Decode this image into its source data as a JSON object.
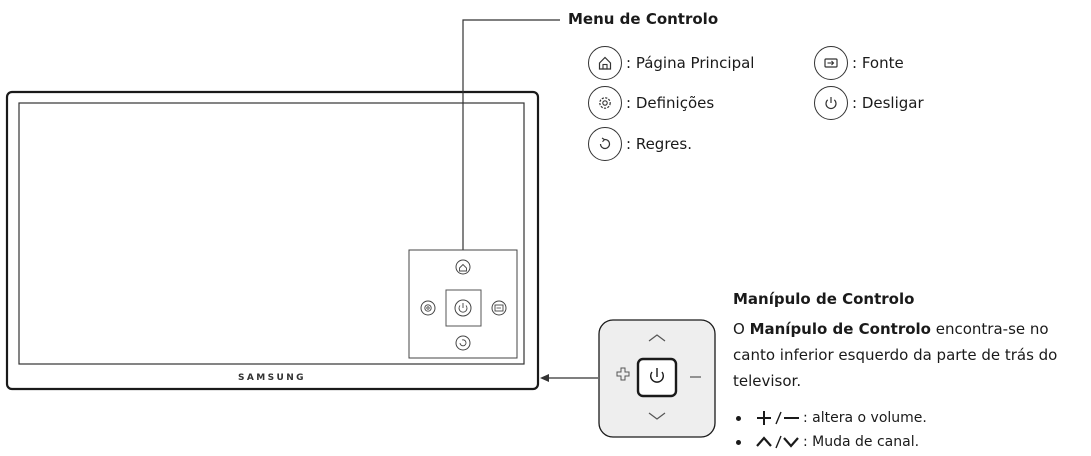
{
  "control_menu": {
    "title": "Menu de Controlo",
    "items": [
      {
        "icon": "home-icon",
        "label": ": Página Principal"
      },
      {
        "icon": "source-icon",
        "label": ": Fonte"
      },
      {
        "icon": "gear-icon",
        "label": ": Definições"
      },
      {
        "icon": "power-icon",
        "label": ": Desligar"
      },
      {
        "icon": "return-icon",
        "label": ": Regres."
      }
    ]
  },
  "tv": {
    "brand": "SAMSUNG"
  },
  "joystick": {
    "title": "Manípulo de Controlo",
    "desc_prefix": "O ",
    "desc_bold": "Manípulo de Controlo",
    "desc_rest": " encontra-se no canto inferior esquerdo da parte de trás do televisor.",
    "bullets": [
      {
        "symbols": "+/—",
        "text": ": altera o volume."
      },
      {
        "symbols": "^/v",
        "text": ": Muda de canal."
      }
    ]
  }
}
